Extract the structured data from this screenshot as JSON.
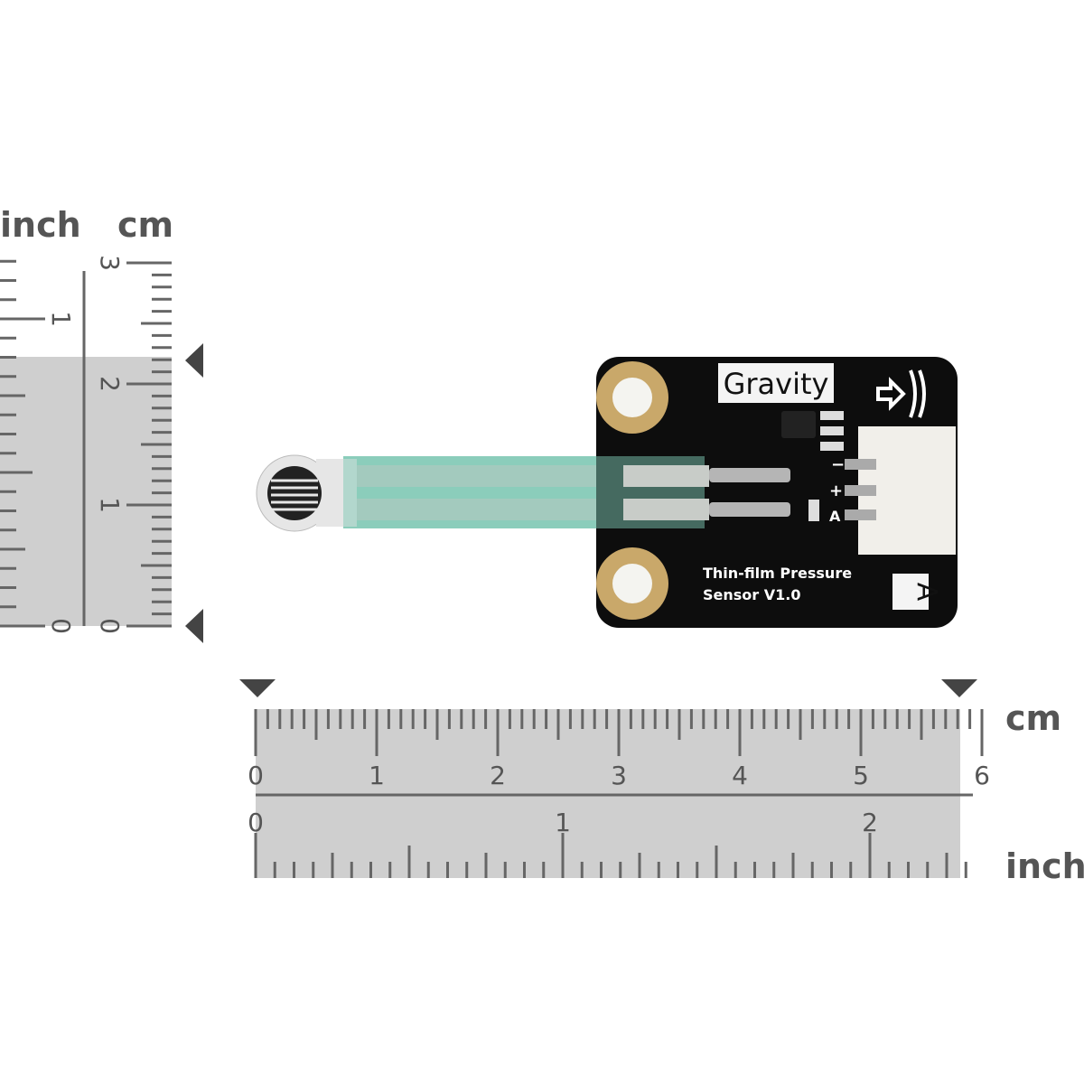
{
  "rulers": {
    "vertical": {
      "inch_label": "inch",
      "cm_label": "cm",
      "cm_numbers": [
        "0",
        "1",
        "2",
        "3"
      ],
      "inch_numbers": [
        "0",
        "1"
      ],
      "measured_height_cm": 2.2
    },
    "horizontal": {
      "cm_label": "cm",
      "inch_label": "inch",
      "cm_numbers": [
        "0",
        "1",
        "2",
        "3",
        "4",
        "5",
        "6"
      ],
      "inch_numbers": [
        "0",
        "1",
        "2"
      ],
      "measured_length_cm": 5.8
    }
  },
  "board": {
    "brand": "Gravity",
    "title_line1": "Thin-film Pressure",
    "title_line2": "Sensor V1.0",
    "type_badge": "A",
    "pin_minus": "−",
    "pin_plus": "+",
    "pin_a": "A",
    "colors": {
      "pcb": "#0d0d0d",
      "gold": "#c9a86a",
      "film": "#7ec8b4",
      "ruler": "#cfcfcf"
    }
  }
}
